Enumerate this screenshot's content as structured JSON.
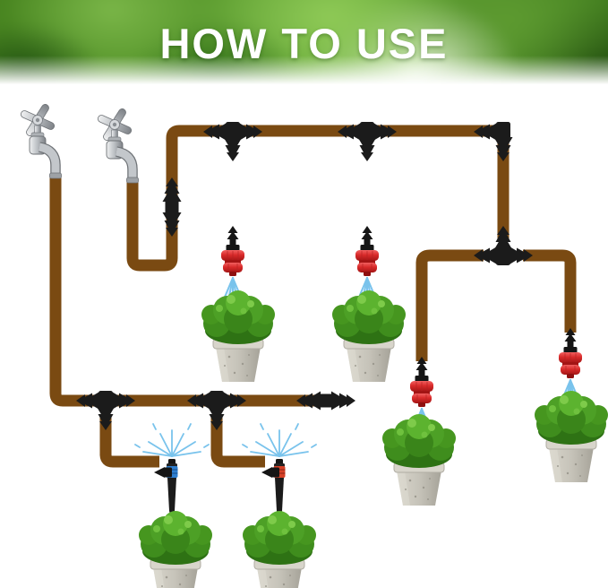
{
  "banner": {
    "title": "HOW TO USE"
  },
  "colors": {
    "banner_green": "#5d9a30",
    "tubing_brown": "#7a4a12",
    "connector_black": "#1b1b1b",
    "dripper_red": "#d92b2b",
    "mist_blue": "#79c3ec",
    "plant_green": "#4da026",
    "pot_gray": "#c6c3b9",
    "faucet_silver": "#c3c7cb",
    "sprayer_blue_collar": "#2f7fd0",
    "sprayer_red_collar": "#d64127"
  },
  "diagram": {
    "description": "Drip irrigation assembly diagram",
    "components": [
      {
        "name": "faucet",
        "count": 2
      },
      {
        "name": "tee-connector",
        "count": 5
      },
      {
        "name": "elbow-connector",
        "count": 1
      },
      {
        "name": "straight-barbed-coupling",
        "count": 2
      },
      {
        "name": "adjustable-red-dripper",
        "count": 4
      },
      {
        "name": "misting-sprayer-stake",
        "count": 2
      },
      {
        "name": "potted-plant",
        "count": 6
      },
      {
        "name": "brown-drip-tubing",
        "count": 1
      }
    ]
  }
}
